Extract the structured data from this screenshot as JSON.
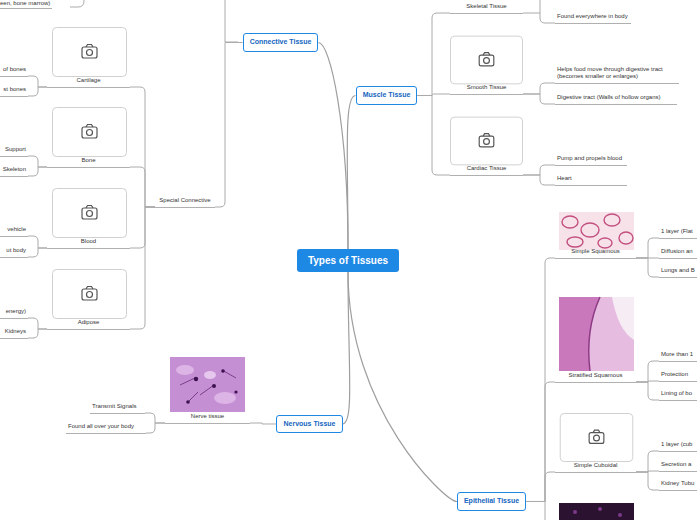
{
  "diagram": {
    "nodes": [
      {
        "text": [
          "Types of Tissues"
        ]
      },
      {
        "text": [
          "Connective Tissue"
        ]
      },
      {
        "text": [
          "Special Connective"
        ]
      },
      {
        "text": [
          "Cartilage"
        ]
      },
      {
        "text": [
          "of bones"
        ]
      },
      {
        "text": [
          "st bones"
        ]
      },
      {
        "text": [
          "Bone"
        ]
      },
      {
        "text": [
          "Support"
        ]
      },
      {
        "text": [
          "Skeleton"
        ]
      },
      {
        "text": [
          "Blood"
        ]
      },
      {
        "text": [
          "vehicle"
        ]
      },
      {
        "text": [
          "ut body"
        ]
      },
      {
        "text": [
          "Adipose"
        ]
      },
      {
        "text": [
          "energy)"
        ]
      },
      {
        "text": [
          "Kidneys"
        ]
      },
      {
        "text": [
          "Muscle Tissue"
        ]
      },
      {
        "text": [
          "Skeletal Tissue"
        ]
      },
      {
        "text": [
          "Found everywhere in body"
        ]
      },
      {
        "text": [
          "Smooth Tissue"
        ]
      },
      {
        "text": [
          "Helps food move through digestive tract (becomes smaller or enlarges)"
        ]
      },
      {
        "text": [
          "Digestive tract (Walls of hollow organs)"
        ]
      },
      {
        "text": [
          "Cardiac Tissue"
        ]
      },
      {
        "text": [
          "Pump and propels blood"
        ]
      },
      {
        "text": [
          "Heart"
        ]
      },
      {
        "text": [
          "Nervous Tissue"
        ]
      },
      {
        "text": [
          "Nerve tissue"
        ]
      },
      {
        "text": [
          "Transmit Signals"
        ]
      },
      {
        "text": [
          "Found all over your body"
        ]
      },
      {
        "text": [
          "Epithelial Tissue"
        ]
      },
      {
        "text": [
          "Simple Squamous"
        ]
      },
      {
        "text": [
          "1 layer (Flat"
        ]
      },
      {
        "text": [
          "Diffusion an"
        ]
      },
      {
        "text": [
          "Lungs and B"
        ]
      },
      {
        "text": [
          "Stratified Squamous"
        ]
      },
      {
        "text": [
          "More than 1"
        ]
      },
      {
        "text": [
          "Protection"
        ]
      },
      {
        "text": [
          "Lining of bo"
        ]
      },
      {
        "text": [
          "Simple Cuboidal"
        ]
      },
      {
        "text": [
          "1 layer (cub"
        ]
      },
      {
        "text": [
          "Secretion a"
        ]
      },
      {
        "text": [
          "Kidney Tubu"
        ]
      }
    ],
    "edges": [
      {
        "from": 0,
        "to": 1,
        "arrow": "none"
      },
      {
        "from": 0,
        "to": 15,
        "arrow": "none"
      },
      {
        "from": 0,
        "to": 24,
        "arrow": "none"
      },
      {
        "from": 0,
        "to": 28,
        "arrow": "none"
      },
      {
        "from": 1,
        "to": 2,
        "arrow": "none"
      },
      {
        "from": 2,
        "to": 3,
        "arrow": "none"
      },
      {
        "from": 2,
        "to": 6,
        "arrow": "none"
      },
      {
        "from": 2,
        "to": 9,
        "arrow": "none"
      },
      {
        "from": 2,
        "to": 12,
        "arrow": "none"
      },
      {
        "from": 3,
        "to": 4,
        "arrow": "none"
      },
      {
        "from": 3,
        "to": 5,
        "arrow": "none"
      },
      {
        "from": 6,
        "to": 7,
        "arrow": "none"
      },
      {
        "from": 6,
        "to": 8,
        "arrow": "none"
      },
      {
        "from": 9,
        "to": 10,
        "arrow": "none"
      },
      {
        "from": 9,
        "to": 11,
        "arrow": "none"
      },
      {
        "from": 12,
        "to": 13,
        "arrow": "none"
      },
      {
        "from": 12,
        "to": 14,
        "arrow": "none"
      },
      {
        "from": 15,
        "to": 16,
        "arrow": "none"
      },
      {
        "from": 15,
        "to": 18,
        "arrow": "none"
      },
      {
        "from": 15,
        "to": 21,
        "arrow": "none"
      },
      {
        "from": 16,
        "to": 17,
        "arrow": "none"
      },
      {
        "from": 18,
        "to": 19,
        "arrow": "none"
      },
      {
        "from": 18,
        "to": 20,
        "arrow": "none"
      },
      {
        "from": 21,
        "to": 22,
        "arrow": "none"
      },
      {
        "from": 21,
        "to": 23,
        "arrow": "none"
      },
      {
        "from": 24,
        "to": 25,
        "arrow": "none"
      },
      {
        "from": 25,
        "to": 26,
        "arrow": "none"
      },
      {
        "from": 25,
        "to": 27,
        "arrow": "none"
      },
      {
        "from": 28,
        "to": 29,
        "arrow": "none"
      },
      {
        "from": 28,
        "to": 33,
        "arrow": "none"
      },
      {
        "from": 28,
        "to": 37,
        "arrow": "none"
      },
      {
        "from": 29,
        "to": 30,
        "arrow": "none"
      },
      {
        "from": 29,
        "to": 31,
        "arrow": "none"
      },
      {
        "from": 29,
        "to": 32,
        "arrow": "none"
      },
      {
        "from": 33,
        "to": 34,
        "arrow": "none"
      },
      {
        "from": 33,
        "to": 35,
        "arrow": "none"
      },
      {
        "from": 33,
        "to": 36,
        "arrow": "none"
      },
      {
        "from": 37,
        "to": 38,
        "arrow": "none"
      },
      {
        "from": 37,
        "to": 39,
        "arrow": "none"
      },
      {
        "from": 37,
        "to": 40,
        "arrow": "none"
      }
    ],
    "labels": [
      "een, bone marrow)"
    ]
  }
}
